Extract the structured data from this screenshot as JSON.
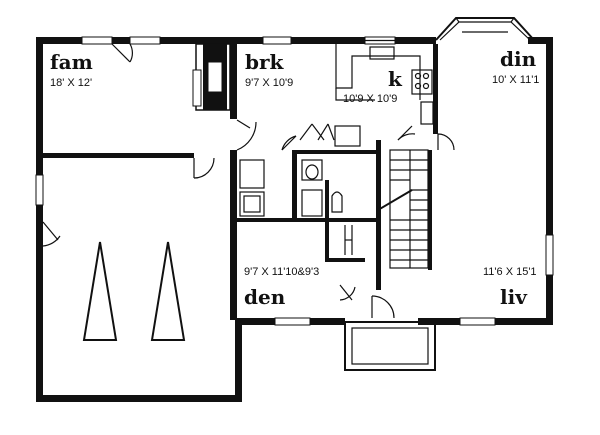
{
  "rooms": {
    "fam": {
      "name": "fam",
      "dims": "18' X 12'"
    },
    "brk": {
      "name": "brk",
      "dims": "9'7 X 10'9"
    },
    "k": {
      "name": "k",
      "dims": "10'9 X 10'9"
    },
    "din": {
      "name": "din",
      "dims": "10' X 11'1"
    },
    "den": {
      "name": "den",
      "dims": "9'7 X 11'10&9'3"
    },
    "liv": {
      "name": "liv",
      "dims": "11'6 X 15'1"
    }
  },
  "colors": {
    "ink": "#111111",
    "paper": "#ffffff"
  }
}
